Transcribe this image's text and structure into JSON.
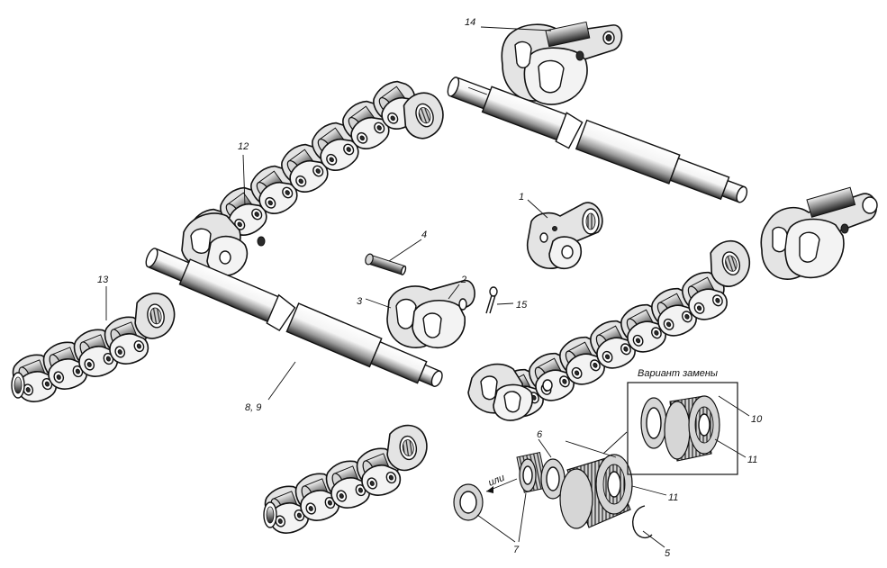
{
  "diagram": {
    "part_labels": [
      {
        "id": "p1",
        "text": "1"
      },
      {
        "id": "p2",
        "text": "2"
      },
      {
        "id": "p3",
        "text": "3"
      },
      {
        "id": "p4",
        "text": "4"
      },
      {
        "id": "p5",
        "text": "5"
      },
      {
        "id": "p6",
        "text": "6"
      },
      {
        "id": "p7",
        "text": "7"
      },
      {
        "id": "p89",
        "text": "8, 9"
      },
      {
        "id": "p10",
        "text": "10"
      },
      {
        "id": "p11a",
        "text": "11"
      },
      {
        "id": "p11b",
        "text": "11"
      },
      {
        "id": "p12",
        "text": "12"
      },
      {
        "id": "p13",
        "text": "13"
      },
      {
        "id": "p14",
        "text": "14"
      },
      {
        "id": "p15",
        "text": "15"
      }
    ],
    "variant_caption": "Вариант замены",
    "or_text": "или"
  }
}
